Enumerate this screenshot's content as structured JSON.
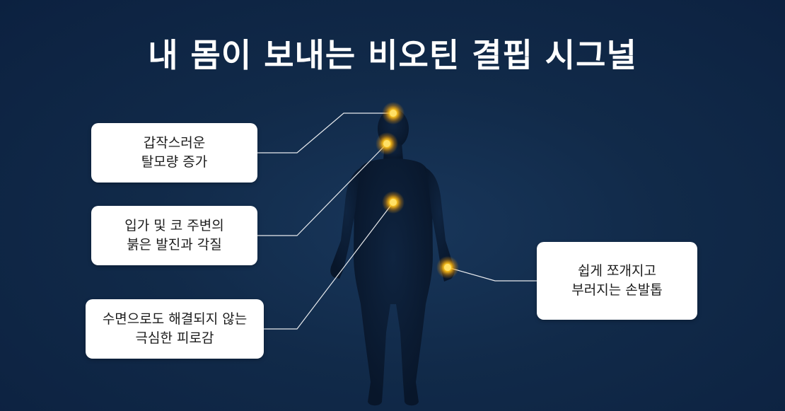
{
  "title": "내 몸이 보내는 비오틴 결핍 시그널",
  "signals": [
    {
      "id": "hair",
      "lines": [
        "갑작스러운",
        "탈모량 증가"
      ]
    },
    {
      "id": "skin",
      "lines": [
        "입가 및 코 주변의",
        "붉은 발진과 각질"
      ]
    },
    {
      "id": "fatigue",
      "lines": [
        "수면으로도 해결되지 않는",
        "극심한 피로감"
      ]
    },
    {
      "id": "nails",
      "lines": [
        "쉽게 쪼개지고",
        "부러지는 손발톱"
      ]
    }
  ],
  "colors": {
    "background": "#112a49",
    "silhouette": "#0a1a30",
    "glow": "#ffc21a",
    "connector": "#ffffff",
    "card": "#ffffff"
  }
}
